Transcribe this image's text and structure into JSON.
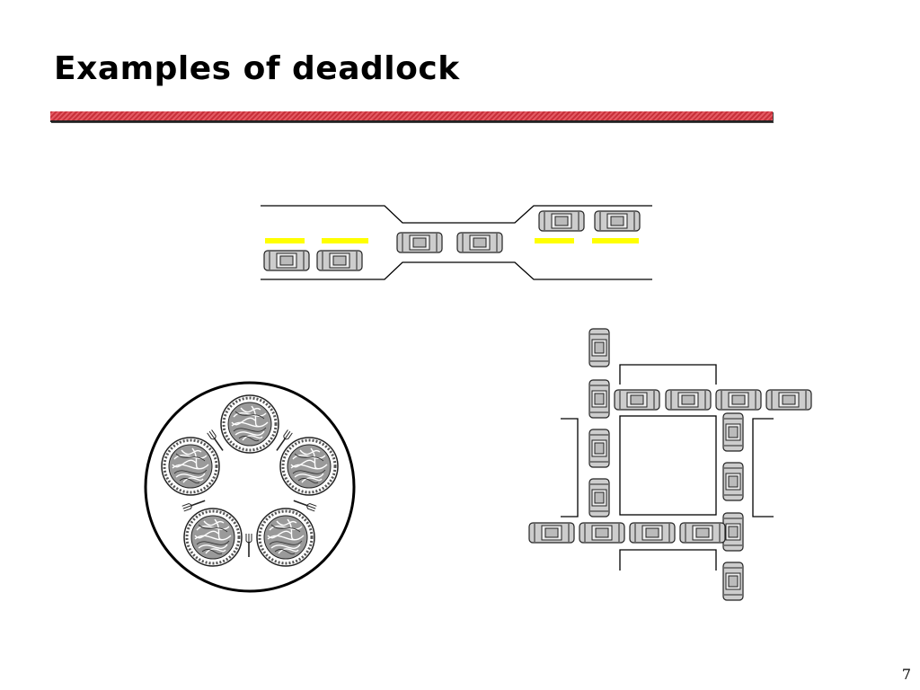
{
  "slide": {
    "title": "Examples of deadlock",
    "page_number": "7"
  },
  "colors": {
    "title_rule": "#d03a44",
    "lane_marker": "#ffff00",
    "car_body": "#c8c8c8",
    "plate_rim": "#808080"
  },
  "icons": [
    "car-icon",
    "spaghetti-plate-icon",
    "fork-icon",
    "lane-marker"
  ]
}
